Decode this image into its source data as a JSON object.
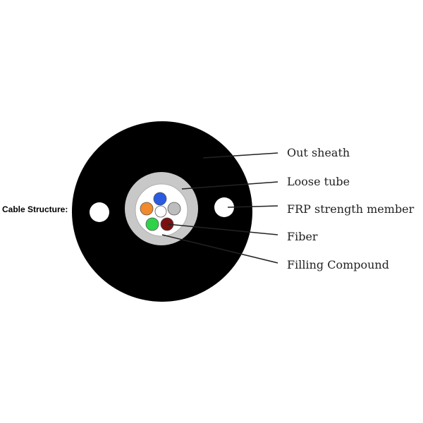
{
  "title": "Cable Structure:",
  "labels": {
    "out_sheath": "Out sheath",
    "loose_tube": "Loose tube",
    "frp_strength_member": "FRP strength member",
    "fiber": "Fiber",
    "filling_compound": "Filling Compound"
  },
  "colors": {
    "sheath": "#000000",
    "loose_tube": "#c8c8c8",
    "filling_compound": "#ffffff",
    "fiber_blue": "#2a5be0",
    "fiber_orange": "#f08a2c",
    "fiber_gray": "#bdbdbd",
    "fiber_white": "#ffffff",
    "fiber_green": "#2ed34a",
    "fiber_brown": "#7a1010"
  }
}
